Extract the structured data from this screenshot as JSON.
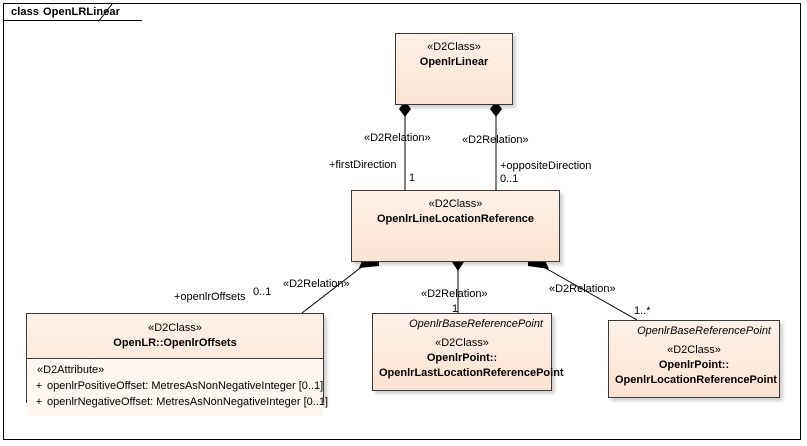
{
  "frame": {
    "keyword": "class",
    "name": "OpenLRLinear"
  },
  "colors": {
    "box_fill_top": "#fdf1e8",
    "box_fill_bottom": "#fae3d2",
    "box_border": "#3a3a3a",
    "attr_fill": "#fdf6f1",
    "canvas": "#ffffff",
    "line": "#000000"
  },
  "classes": [
    {
      "id": "openlr-linear",
      "stereotype": "«D2Class»",
      "name": "OpenlrLinear",
      "parent": "",
      "attributes": []
    },
    {
      "id": "openlr-line-location-reference",
      "stereotype": "«D2Class»",
      "name": "OpenlrLineLocationReference",
      "parent": "",
      "attributes": []
    },
    {
      "id": "openlr-offsets",
      "stereotype": "«D2Class»",
      "name": "OpenLR::OpenlrOffsets",
      "parent": "",
      "attribute_stereotype": "«D2Attribute»",
      "attributes": [
        {
          "visibility": "+",
          "text": "openlrPositiveOffset: MetresAsNonNegativeInteger [0..1]"
        },
        {
          "visibility": "+",
          "text": "openlrNegativeOffset: MetresAsNonNegativeInteger [0..1]"
        }
      ]
    },
    {
      "id": "openlr-last-location-reference-point",
      "parent": "OpenlrBaseReferencePoint",
      "stereotype": "«D2Class»",
      "name_line1": "OpenlrPoint::",
      "name_line2": "OpenlrLastLocationReferencePoint",
      "attributes": []
    },
    {
      "id": "openlr-location-reference-point",
      "parent": "OpenlrBaseReferencePoint",
      "stereotype": "«D2Class»",
      "name_line1": "OpenlrPoint::",
      "name_line2": "OpenlrLocationReferencePoint",
      "attributes": []
    }
  ],
  "relations": [
    {
      "id": "first-direction",
      "stereotype": "«D2Relation»",
      "role": "+firstDirection",
      "multiplicity": "1",
      "kind": "composition",
      "from": "openlr-line-location-reference",
      "to": "openlr-linear"
    },
    {
      "id": "opposite-direction",
      "stereotype": "«D2Relation»",
      "role": "+oppositeDirection",
      "multiplicity": "0..1",
      "kind": "composition",
      "from": "openlr-line-location-reference",
      "to": "openlr-linear"
    },
    {
      "id": "openlr-offsets-relation",
      "stereotype": "«D2Relation»",
      "role": "+openlrOffsets",
      "multiplicity": "0..1",
      "kind": "composition",
      "from": "openlr-line-location-reference",
      "to": "openlr-offsets"
    },
    {
      "id": "last-location-reference-point-relation",
      "stereotype": "«D2Relation»",
      "role": "",
      "multiplicity": "1",
      "kind": "composition",
      "from": "openlr-line-location-reference",
      "to": "openlr-last-location-reference-point"
    },
    {
      "id": "location-reference-point-relation",
      "stereotype": "«D2Relation»",
      "role": "",
      "multiplicity": "1..*",
      "kind": "composition",
      "from": "openlr-line-location-reference",
      "to": "openlr-location-reference-point"
    }
  ]
}
